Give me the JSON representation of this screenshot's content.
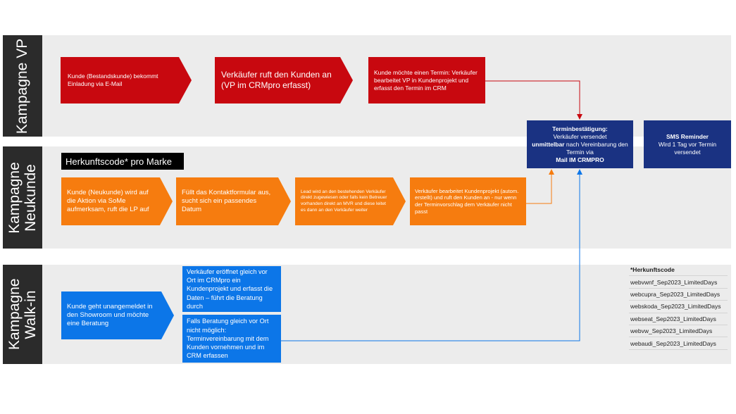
{
  "lanes": [
    {
      "label": "Kampagne VP"
    },
    {
      "label": "Kampagne Neukunde"
    },
    {
      "label": "Kampagne Walk-in"
    }
  ],
  "vp": {
    "step1": "Kunde (Bestandskunde) bekommt Einladung via E-Mail",
    "step2": "Verkäufer ruft den Kunden an (VP im CRMpro erfasst)",
    "step3": "Kunde möchte einen Termin: Verkäufer bearbeitet VP in Kundenprojekt und erfasst den Termin im CRM"
  },
  "confirmation": {
    "title": "Terminbestätigung:",
    "line1": "Verkäufer versendet",
    "bold1": "unmittelbar",
    "line2": " nach Vereinbarung den Termin via",
    "bold2": "Mail IM CRMPRO"
  },
  "sms": {
    "title": "SMS Reminder",
    "text": "Wird 1 Tag vor Termin versendet"
  },
  "neukunde": {
    "herkunft_title": "Herkunftscode* pro Marke",
    "step1": "Kunde (Neukunde) wird auf die Aktion via SoMe aufmerksam, ruft die LP auf",
    "step2": "Füllt das Kontaktformular aus, sucht sich ein passendes Datum",
    "step3": "Lead wird an den bestehenden Verkäufer direkt zugewiesen oder falls kein Betreuer vorhanden direkt an MVR und diese leitet es dann an den Verkäufer weiter",
    "step4": "Verkäufer bearbeitet Kundenprojekt (autom. erstellt) und ruft den Kunden an - nur wenn der Terminvorschlag dem Verkäufer nicht passt"
  },
  "walkin": {
    "step1": "Kunde geht unangemeldet in den Showroom und möchte eine Beratung",
    "step2a": "Verkäufer eröffnet gleich vor Ort im CRMpro ein Kundenprojekt und erfasst die Daten – führt die Beratung durch",
    "step2b": "Falls Beratung gleich vor Ort nicht möglich: Terminvereinbarung mit dem Kunden vornehmen und im CRM erfassen"
  },
  "codes": {
    "title": "*Herkunftscode",
    "items": [
      "webvwnf_Sep2023_LimitedDays",
      "webcupra_Sep2023_LimitedDays",
      "webskoda_Sep2023_LimitedDays",
      "webseat_Sep2023_LimitedDays",
      "webvw_Sep2023_LimitedDays",
      "webaudi_Sep2023_LimitedDays"
    ]
  },
  "colors": {
    "red": "#c8080f",
    "orange": "#f67c0f",
    "blue": "#0c76e8",
    "navy": "#1a3282",
    "band": "#ececec",
    "lane_label": "#2b2b2b"
  }
}
